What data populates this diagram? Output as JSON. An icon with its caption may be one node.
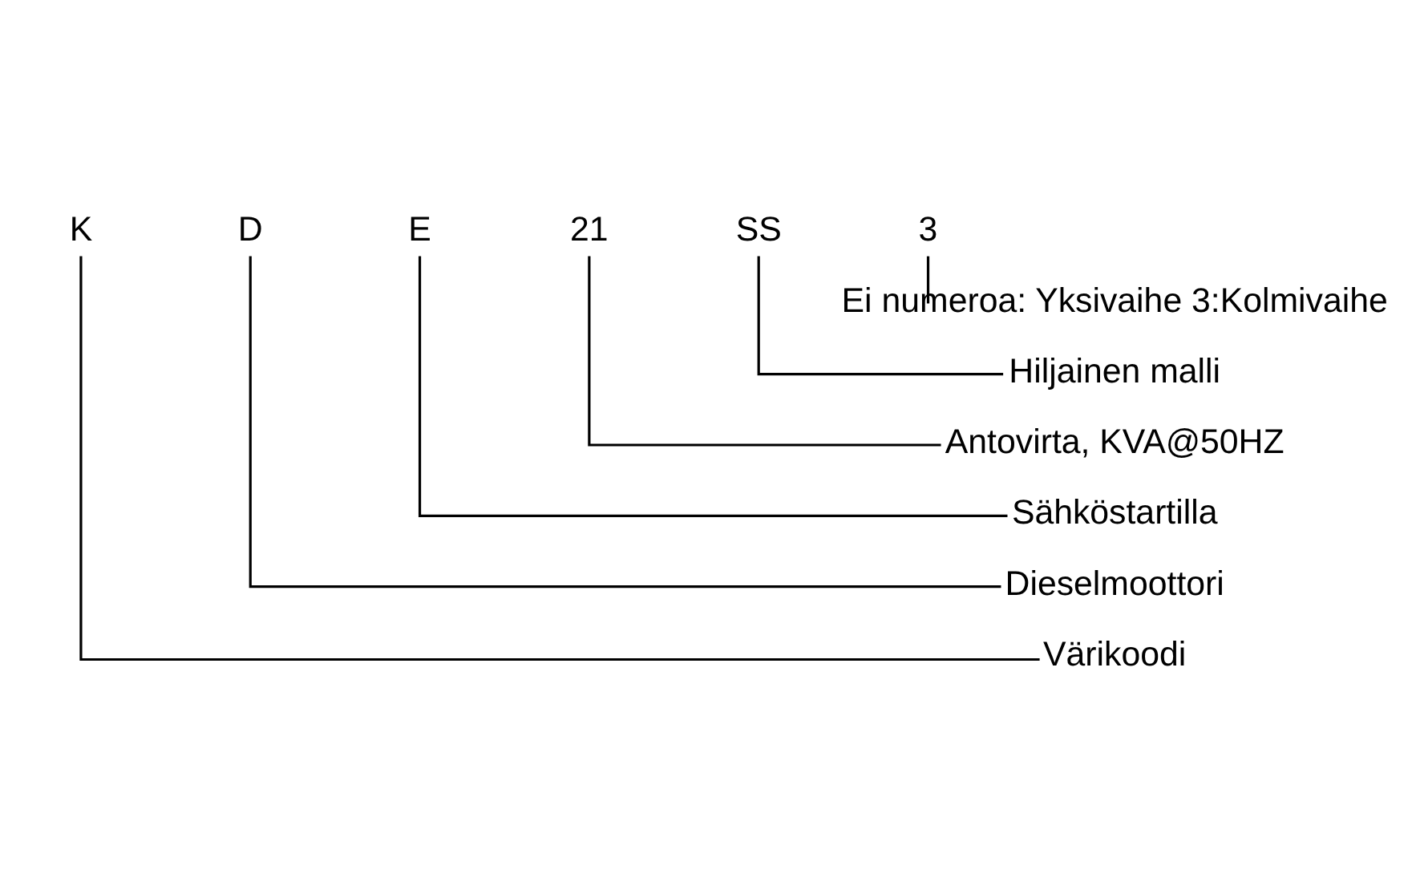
{
  "diagram": {
    "nodes": [
      {
        "text": [
          "K"
        ]
      },
      {
        "text": [
          "D"
        ]
      },
      {
        "text": [
          "E"
        ]
      },
      {
        "text": [
          "21"
        ]
      },
      {
        "text": [
          "SS"
        ]
      },
      {
        "text": [
          "3"
        ]
      },
      {
        "text": [
          "Ei numeroa: Yksivaihe 3:Kolmivaihe"
        ]
      },
      {
        "text": [
          "Hiljainen malli"
        ]
      },
      {
        "text": [
          "Antovirta, KVA@50HZ"
        ]
      },
      {
        "text": [
          "Sähköstartilla"
        ]
      },
      {
        "text": [
          "Dieselmoottori"
        ]
      },
      {
        "text": [
          "Värikoodi"
        ]
      }
    ],
    "edges": [
      {
        "from": 5,
        "to": 6,
        "arrow": "none"
      },
      {
        "from": 4,
        "to": 7,
        "arrow": "none"
      },
      {
        "from": 3,
        "to": 8,
        "arrow": "none"
      },
      {
        "from": 2,
        "to": 9,
        "arrow": "none"
      },
      {
        "from": 1,
        "to": 10,
        "arrow": "none"
      },
      {
        "from": 0,
        "to": 11,
        "arrow": "none"
      }
    ]
  }
}
